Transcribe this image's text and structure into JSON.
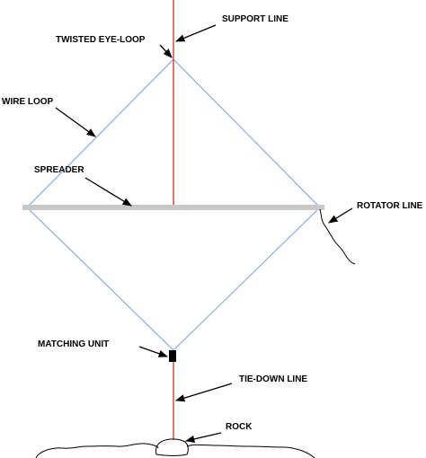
{
  "labels": {
    "support_line": "SUPPORT LINE",
    "twisted_eye_loop": "TWISTED EYE-LOOP",
    "wire_loop": "WIRE LOOP",
    "spreader": "SPREADER",
    "rotator_line": "ROTATOR LINE",
    "matching_unit": "MATCHING UNIT",
    "tie_down_line": "TIE-DOWN LINE",
    "rock": "ROCK"
  },
  "colors": {
    "wire_loop": "#8fb3e8",
    "support_and_tie_down_line": "#e03a2a",
    "spreader": "#c8c8c8",
    "matching_unit": "#000000",
    "background": "#ffffff"
  }
}
